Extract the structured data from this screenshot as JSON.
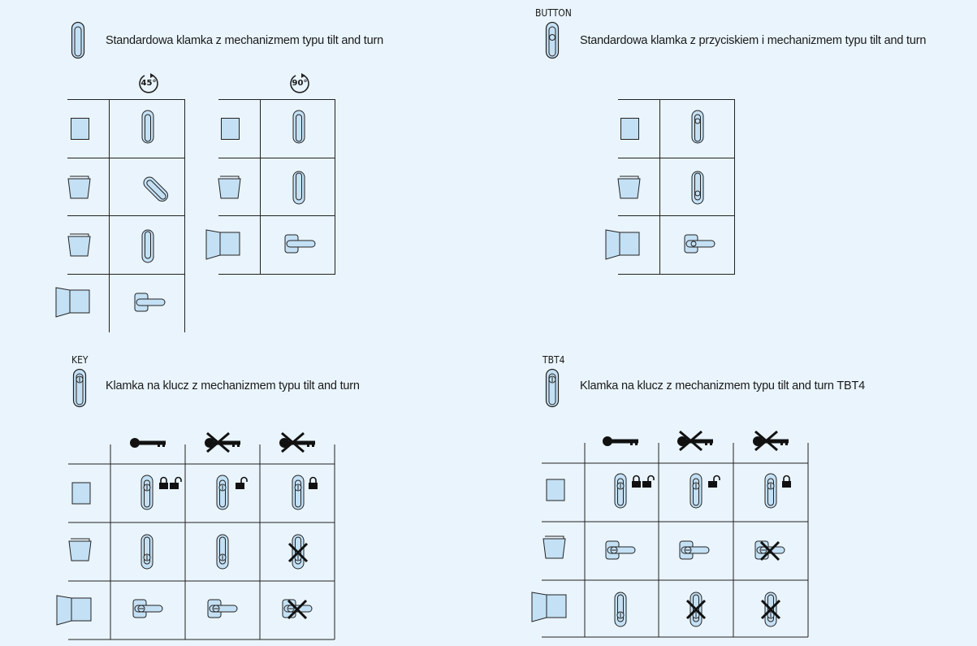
{
  "colors": {
    "background": "#e9f4fc",
    "icon_fill": "#c4e0f4",
    "stroke": "#222222"
  },
  "sections": {
    "standard": {
      "description": "Standardowa klamka z mechanizmem typu tilt and turn",
      "angles": [
        "45°",
        "90°"
      ]
    },
    "button": {
      "tag": "BUTTON",
      "description": "Standardowa klamka z przyciskiem i mechanizmem typu tilt and turn"
    },
    "key": {
      "tag": "KEY",
      "description": "Klamka na klucz z mechanizmem typu tilt and turn"
    },
    "tbt4": {
      "tag": "TBT4",
      "description": "Klamka na klucz z mechanizmem typu tilt and turn TBT4"
    }
  },
  "icons": {
    "window_states": [
      "window-closed-icon",
      "window-tilted-icon",
      "window-open-icon"
    ],
    "handle_positions": [
      "handle-down-icon",
      "handle-diagonal-icon",
      "handle-up-icon",
      "handle-horizontal-icon"
    ],
    "key_columns": [
      "key-icon",
      "key-crossed-icon",
      "key-crossed-icon"
    ],
    "locks": [
      "padlock-closed-icon",
      "padlock-open-icon"
    ]
  }
}
